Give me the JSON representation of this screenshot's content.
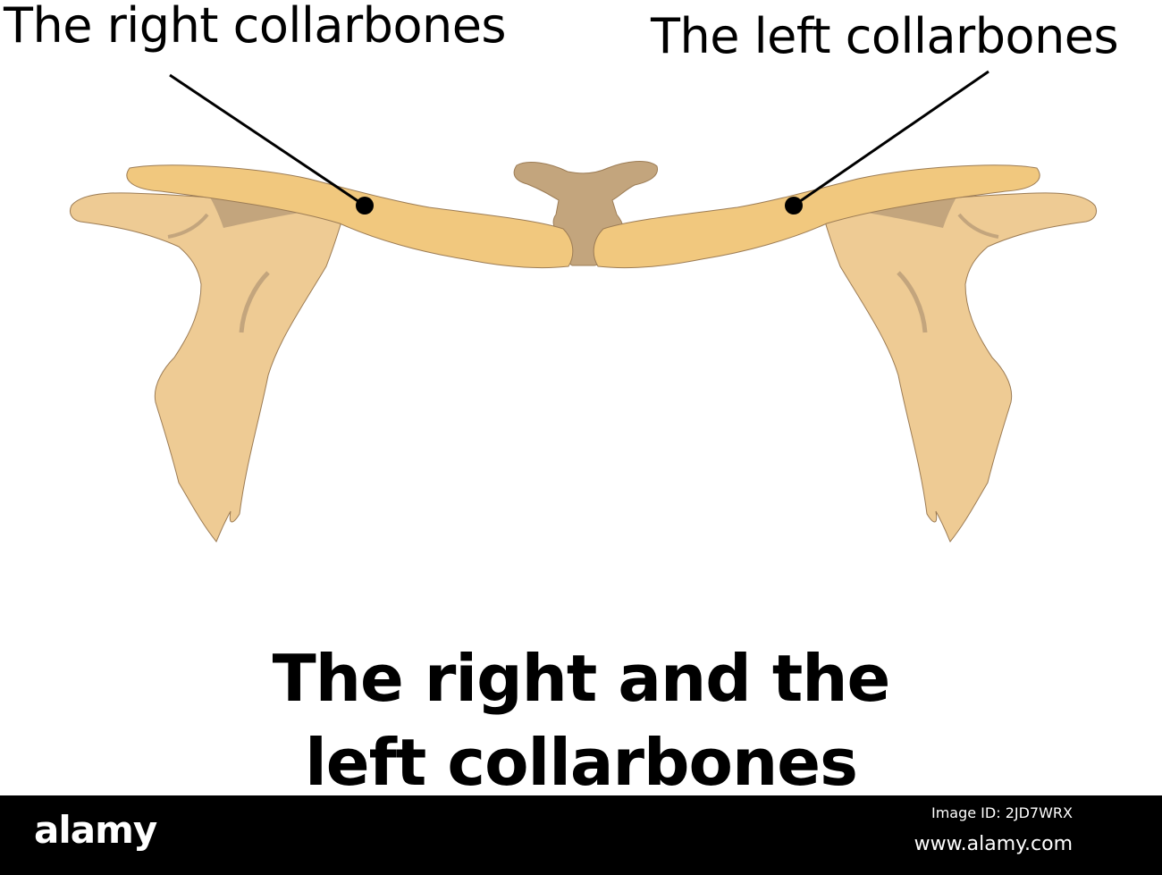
{
  "labels": {
    "right_collarbone": "The right collarbones",
    "left_collarbone": "The left collarbones"
  },
  "title": {
    "line1": "The right and the",
    "line2": "left collarbones"
  },
  "footer": {
    "logo": "alamy",
    "image_id": "Image ID: 2JD7WRX",
    "url": "www.alamy.com"
  },
  "colors": {
    "background": "#ffffff",
    "clavicle": "#f1c87e",
    "scapula": "#eecb94",
    "shadow": "#c3a57d",
    "outline": "#9c7c55",
    "leader": "#000000",
    "footer_bar": "#000000"
  }
}
